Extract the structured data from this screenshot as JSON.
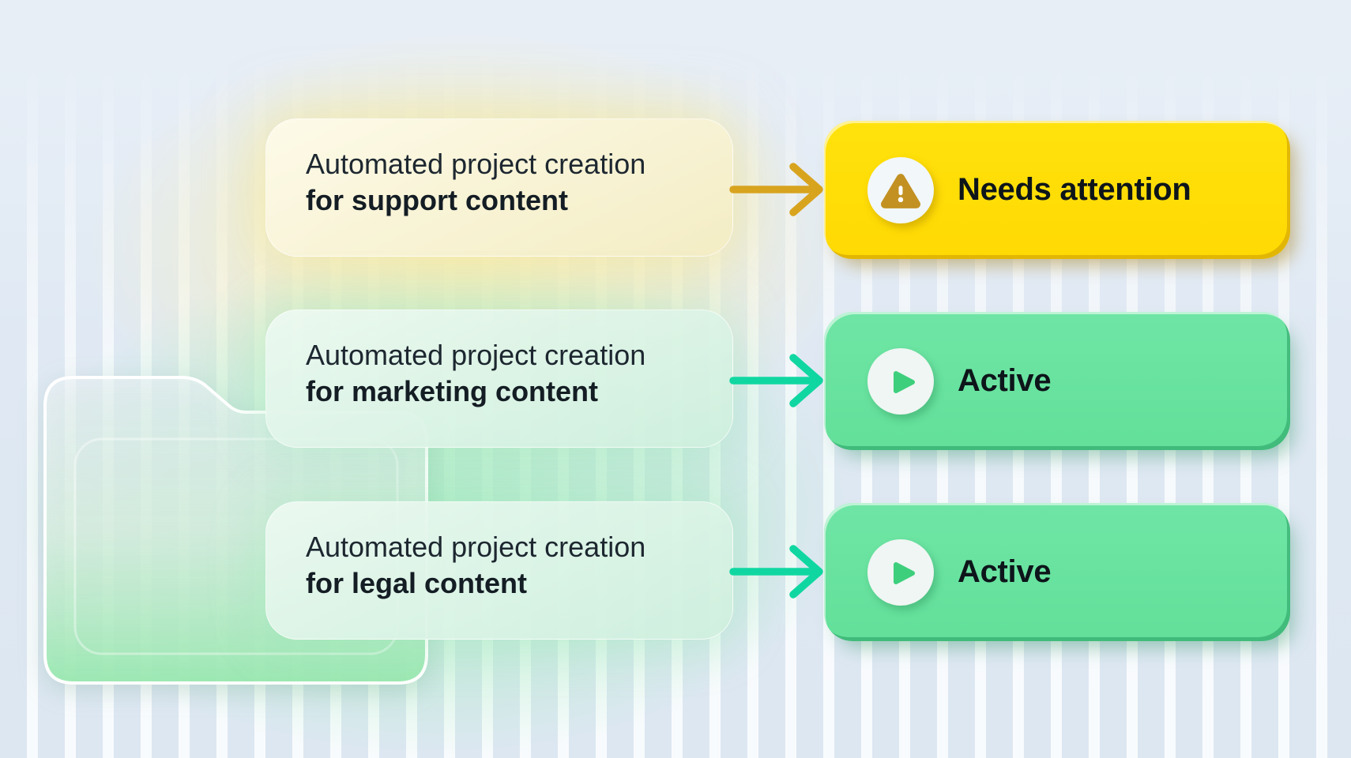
{
  "rows": [
    {
      "title_line1": "Automated project creation",
      "title_line2": "for support content",
      "status_label": "Needs attention",
      "status_type": "warning",
      "status_icon": "warning-triangle-icon"
    },
    {
      "title_line1": "Automated project creation",
      "title_line2": "for marketing content",
      "status_label": "Active",
      "status_type": "active",
      "status_icon": "play-icon"
    },
    {
      "title_line1": "Automated project creation",
      "title_line2": "for legal content",
      "status_label": "Active",
      "status_type": "active",
      "status_icon": "play-icon"
    }
  ],
  "colors": {
    "background": "#E7EEF6",
    "stripe_blue": "#DDE7F2",
    "stripe_white": "#F8FBFD",
    "card_yellow": "#F6F0C8",
    "card_mint": "#DCF3E6",
    "badge_yellow": "#FFDD05",
    "badge_green": "#68E3A0",
    "arrow_amber": "#D8A41E",
    "arrow_emerald": "#10D7A1",
    "warning_icon_color": "#C29122",
    "play_icon_color": "#3ECF7D",
    "text_dark": "#141D24"
  }
}
